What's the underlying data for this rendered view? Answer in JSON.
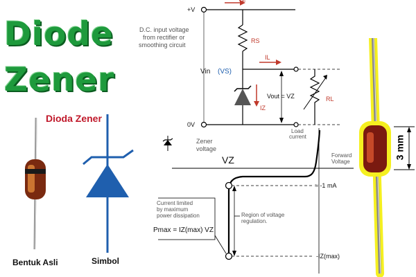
{
  "title": {
    "line1": "Diode",
    "line2": "Zener"
  },
  "left_panel": {
    "header": "Dioda Zener",
    "caption_left": "Bentuk Asli",
    "caption_right": "Simbol"
  },
  "circuit": {
    "vplus": "+V",
    "vzero": "0V",
    "vz_top": "VZ",
    "input_note": [
      "D.C. input voltage",
      "from rectifier or",
      "smoothing circuit"
    ],
    "rs": "RS",
    "vin": "Vin",
    "vin_sub": "(VS)",
    "il": "IL",
    "vout": "Vout = VZ",
    "rl": "RL",
    "iz": "IZ",
    "load_current": [
      "Load",
      "current"
    ]
  },
  "iv_curve": {
    "zener_voltage": [
      "Zener",
      "voltage"
    ],
    "forward_voltage": [
      "Forward",
      "Voltage"
    ],
    "vz_label": "VZ",
    "current_1ma": "≈ -1 mA",
    "region_text": [
      "Region of voltage",
      "regulation."
    ],
    "limit_text": [
      "Current limited",
      "by maximum",
      "power dissipation"
    ],
    "pmax": "Pmax = IZ(max) VZ",
    "izmax": "-IZ(max)"
  },
  "right_panel": {
    "dimension": "3 mm"
  },
  "colors": {
    "title_green": "#1e9a3c",
    "header_red": "#c0182a",
    "symbol_blue": "#1f5fae",
    "highlight_yellow": "#f5f020",
    "arrow_red": "#c0392b"
  }
}
